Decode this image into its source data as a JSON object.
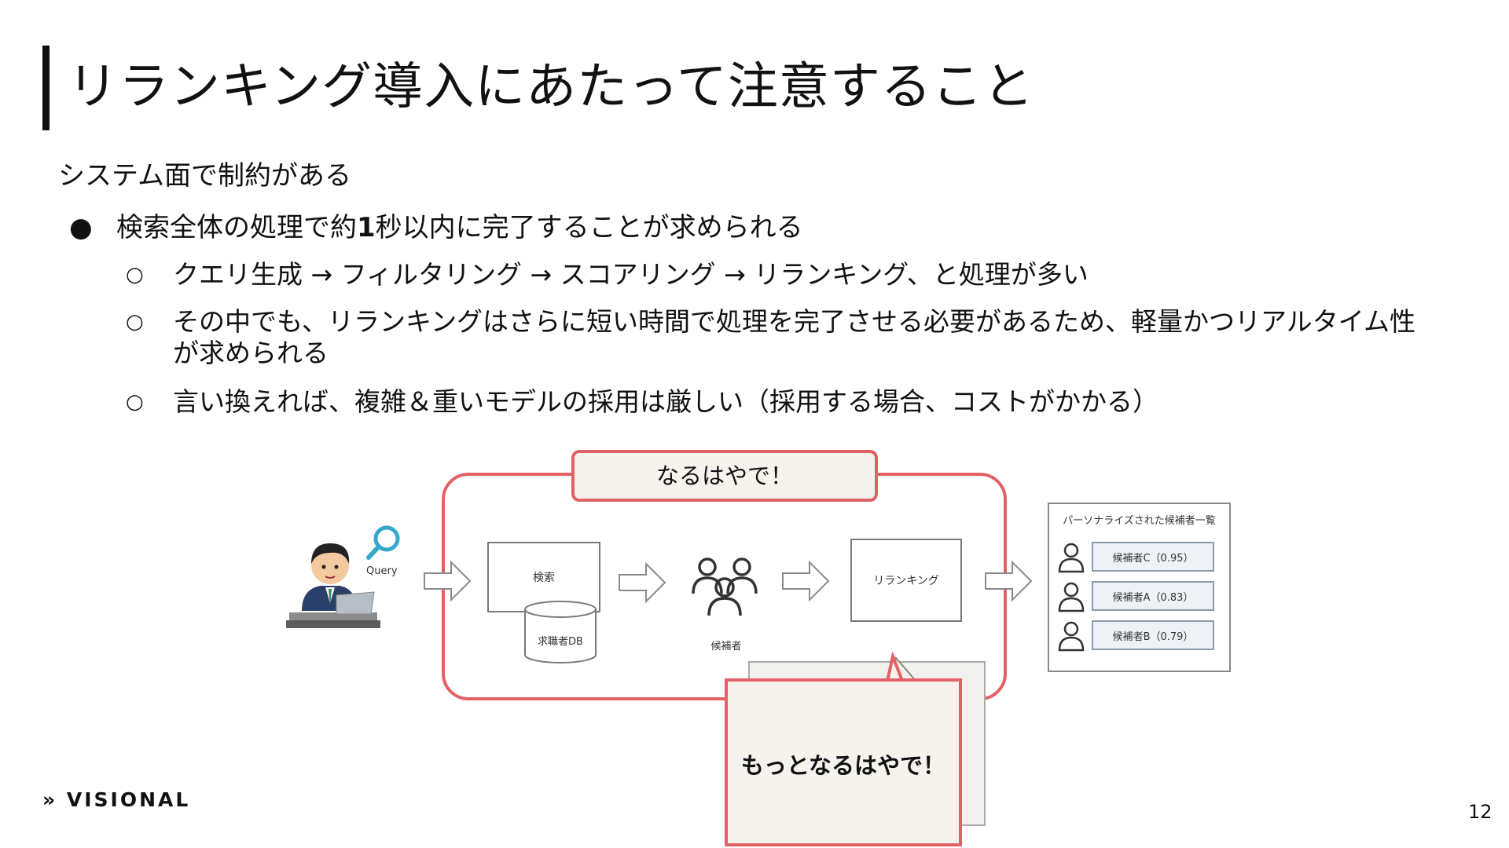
{
  "slide": {
    "title": "リランキング導入にあたって注意すること",
    "subtitle": "システム面で制約がある",
    "bullet": {
      "marker": "●",
      "pre": "検索全体の処理で約",
      "bold": "1",
      "post": "秒以内に完了することが求められる"
    },
    "sub_bullets": [
      {
        "marker": "○",
        "text": "クエリ生成 → フィルタリング → スコアリング → リランキング、と処理が多い"
      },
      {
        "marker": "○",
        "text": "その中でも、リランキングはさらに短い時間で処理を完了させる必要があるため、軽量かつリアルタイム性が求められる"
      },
      {
        "marker": "○",
        "text": "言い換えれば、複雑＆重いモデルの採用は厳しい（採用する場合、コストがかかる）"
      }
    ],
    "page_number": "12",
    "logo": "VISIONAL"
  },
  "diagram": {
    "banner": "なるはやで！",
    "query_label": "Query",
    "search_box": "検索",
    "db_label": "求職者DB",
    "candidates_label": "候補者",
    "rerank_box": "リランキング",
    "result_title": "パーソナライズされた候補者一覧",
    "results": [
      {
        "label": "候補者C（0.95）"
      },
      {
        "label": "候補者A（0.83）"
      },
      {
        "label": "候補者B（0.79）"
      }
    ],
    "callout": "もっとなるはやで！",
    "colors": {
      "accent": "#e26166",
      "panel": "#f5f3ec"
    }
  }
}
